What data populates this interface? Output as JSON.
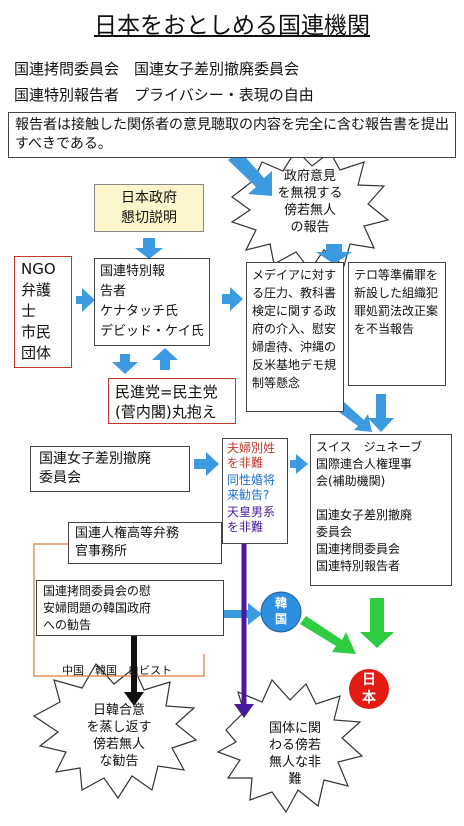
{
  "title": "日本をおとしめる国連機関",
  "subtitle_line1": "国連拷問委員会　国連女子差別撤廃委員会",
  "subtitle_line2": "国連特別報告者　プライバシー・表現の自由",
  "notice": "報告者は接触した関係者の意見聴取の内容を完全に含む報告書を提出すべきである。",
  "starburst_top": "政府意見\nを無視する\n傍若無人\nの報告",
  "japan_gov": "日本政府\n懇切説明",
  "ngo": "NGO\n弁護\n士\n市民\n団体",
  "special_rapporteur": "国連特別報\n告者\nケナタッチ氏\nデビッド・ケイ氏",
  "media_box": "メデイアに対する圧力、教科書検定に関する政府の介入、慰安婦虐待、沖縄の反米基地デモ規制等懸念",
  "terror_box": "テロ等準備罪を新設した組織犯罪処罰法改正案を不当報告",
  "dpj": "民進党=民主党\n(菅内閣)丸抱え",
  "cedaw": "国連女子差別撤廃\n委員会",
  "cedaw_items": {
    "item1": "夫婦別姓\nを非難",
    "item2": "同性婚将\n来勧告?",
    "item3": "天皇男系\nを非難"
  },
  "geneva": "スイス　ジュネーブ\n国際連合人権理事\n会(補助機関)\n\n国連女子差別撤廃\n委員会\n国連拷問委員会\n国連特別報告者",
  "ohchr": "国連人権高等弁務\n官事務所",
  "cat_box": "国連拷問委員会の慰\n安婦問題の韓国政府\nへの勧告",
  "lobbyist": "中国　韓国　ロビスト",
  "korea": "韓\n国",
  "japan": "日\n本",
  "starburst_left": "日韓合意\nを蒸し返す\n傍若無人\nな勧告",
  "starburst_right": "国体に関\nわる傍若\n無人な非\n難",
  "colors": {
    "blue_arrow": "#3b9ae0",
    "green_arrow": "#2ecc40",
    "purple_line": "#4a1a9e",
    "red_text": "#c0392b",
    "blue_text": "#1f6fd1",
    "purple_text": "#4a1a9e",
    "yellow_box": "#fdf6cc",
    "korea_circle": "#2e8fe0",
    "japan_circle": "#e41b13"
  }
}
